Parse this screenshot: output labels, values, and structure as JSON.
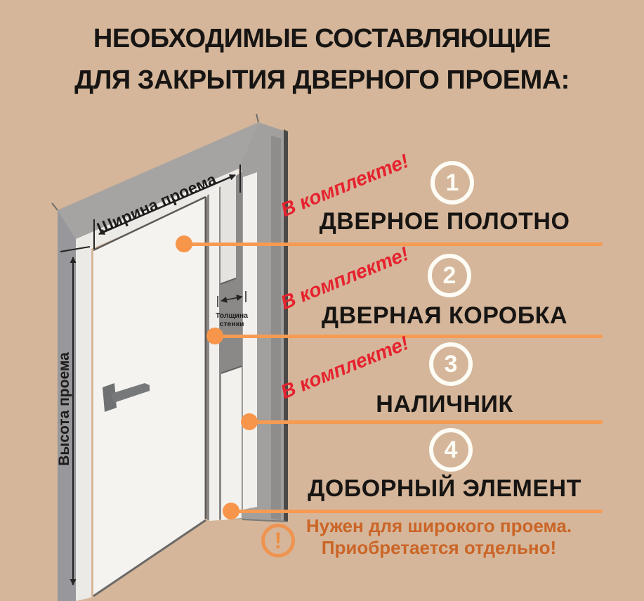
{
  "title": {
    "line1": "НЕОБХОДИМЫЕ СОСТАВЛЯЮЩИЕ",
    "line2": "ДЛЯ ЗАКРЫТИЯ ДВЕРНОГО ПРОЕМА:"
  },
  "diagram": {
    "width_label": "Ширина проема",
    "height_label": "Высота проема",
    "thickness_label_line1": "Толщина",
    "thickness_label_line2": "стенки"
  },
  "items": [
    {
      "number": "1",
      "badge": "В комплекте!",
      "label": "ДВЕРНОЕ ПОЛОТНО"
    },
    {
      "number": "2",
      "badge": "В комплекте!",
      "label": "ДВЕРНАЯ КОРОБКА"
    },
    {
      "number": "3",
      "badge": "В комплекте!",
      "label": "НАЛИЧНИК"
    },
    {
      "number": "4",
      "badge": "",
      "label": "ДОБОРНЫЙ ЭЛЕМЕНТ"
    }
  ],
  "note": {
    "exclamation": "!",
    "line1": "Нужен для широкого проема.",
    "line2": "Приобретается отдельно!"
  },
  "colors": {
    "background": "#d5b69a",
    "accent_orange": "#f79a52",
    "note_orange": "#cb6527",
    "badge_red": "#e6222e",
    "text_black": "#171513",
    "circle_white": "#fdfcf5",
    "wall_gray": "#a1a09e",
    "door_white": "#f4f3f0"
  }
}
